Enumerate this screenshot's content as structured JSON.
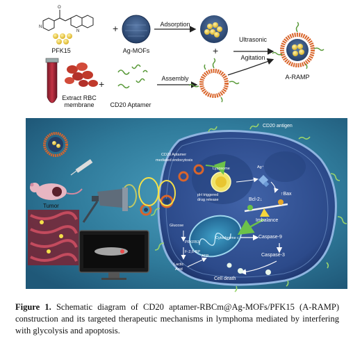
{
  "top": {
    "pfk15": "PFK15",
    "ag_mofs": "Ag-MOFs",
    "adsorption": "Adsorption",
    "ultrasonic": "Ultrasonic",
    "agitation": "Agitation",
    "a_ramp": "A-RAMP",
    "extract_rbc_line1": "Extract RBC",
    "extract_rbc_line2": "membrane",
    "cd20_aptamer": "CD20 Aptamer",
    "assembly": "Assembly",
    "plus": "+"
  },
  "panel": {
    "cd20_antigen": "CD20 antigen",
    "cd20_mediated_line1": "CD20 Aptamer",
    "cd20_mediated_line2": "mediated endocytosis",
    "tumor": "Tumor",
    "lysosome": "Lysosome",
    "ag_plus": "Ag⁺",
    "ph_triggered_line1": "pH triggered",
    "ph_triggered_line2": "drug release",
    "bax": "↑Bax",
    "bcl2": "Bcl-2↓",
    "imbalance": "Imbalance",
    "caspase9": "Caspase-9",
    "caspase3": "Caspase-3",
    "cell_death": "Cell death",
    "glucose": "Glucose",
    "lactic_acid_line1": "Lactic",
    "lactic_acid_line2": "Acid",
    "atp": "ATP",
    "cytochrome": "Cytochrome c",
    "pfkfb3": "PFKFB3",
    "f26bp": "F-2,6-BP"
  },
  "caption": {
    "label": "Figure 1.",
    "text": " Schematic diagram of CD20 aptamer-RBCm@Ag-MOFs/PFK15 (A-RAMP) construction and its targeted therapeutic mechanisms in lymphoma mediated by interfering with glycolysis and apoptosis."
  },
  "colors": {
    "panel_bg": "#2f7a9a",
    "cell": "#2c4a8a",
    "rbc_red": "#c0392b",
    "gold": "#e8c531",
    "aptamer_green": "#5a9a3a",
    "membrane_orange": "#d9652b"
  }
}
